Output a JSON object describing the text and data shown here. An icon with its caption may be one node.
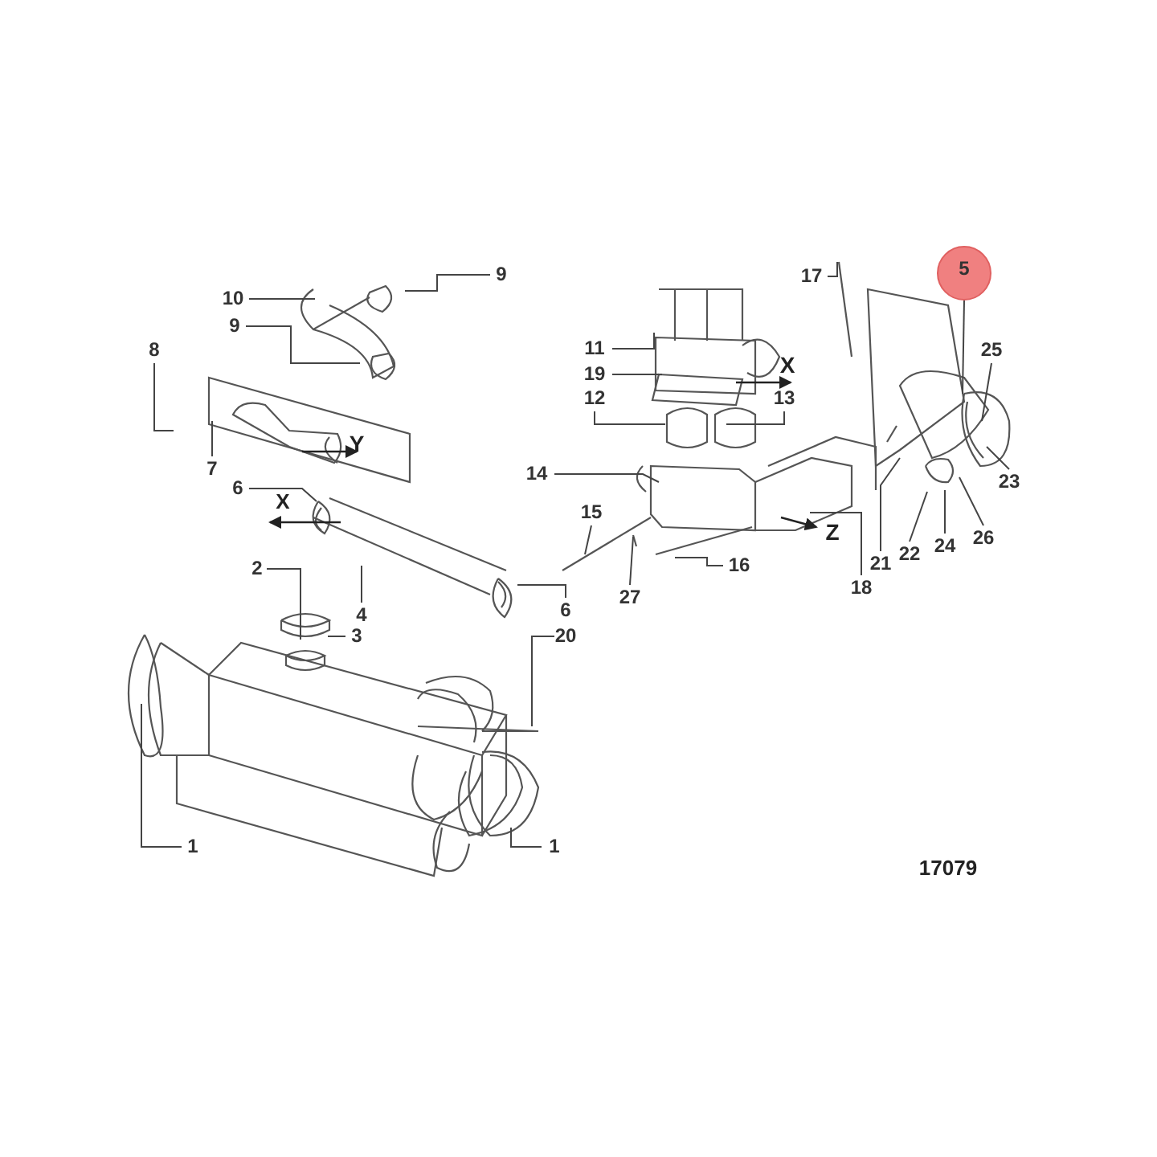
{
  "diagram": {
    "nodes": [
      {
        "text": [
          "5"
        ]
      },
      {
        "text": [
          "17"
        ]
      },
      {
        "text": [
          "10"
        ]
      },
      {
        "text": [
          "9"
        ]
      },
      {
        "text": [
          "9"
        ]
      },
      {
        "text": [
          "25"
        ]
      },
      {
        "text": [
          "11"
        ]
      },
      {
        "text": [
          "19"
        ]
      },
      {
        "text": [
          "8"
        ]
      },
      {
        "text": [
          "12"
        ]
      },
      {
        "text": [
          "13"
        ]
      },
      {
        "text": [
          "7"
        ]
      },
      {
        "text": [
          "14"
        ]
      },
      {
        "text": [
          "6"
        ]
      },
      {
        "text": [
          "23"
        ]
      },
      {
        "text": [
          "15"
        ]
      },
      {
        "text": [
          "22"
        ]
      },
      {
        "text": [
          "24"
        ]
      },
      {
        "text": [
          "26"
        ]
      },
      {
        "text": [
          "16"
        ]
      },
      {
        "text": [
          "2"
        ]
      },
      {
        "text": [
          "18"
        ]
      },
      {
        "text": [
          "21"
        ]
      },
      {
        "text": [
          "27"
        ]
      },
      {
        "text": [
          "4"
        ]
      },
      {
        "text": [
          "6"
        ]
      },
      {
        "text": [
          "3"
        ]
      },
      {
        "text": [
          "20"
        ]
      },
      {
        "text": [
          "1"
        ]
      },
      {
        "text": [
          "1"
        ]
      }
    ],
    "edges": [
      {
        "from": 0,
        "to": null,
        "arrow": "none"
      },
      {
        "from": 1,
        "to": null,
        "arrow": "none"
      },
      {
        "from": 2,
        "to": null,
        "arrow": "none"
      },
      {
        "from": 3,
        "to": null,
        "arrow": "none"
      },
      {
        "from": 4,
        "to": null,
        "arrow": "none"
      },
      {
        "from": 5,
        "to": null,
        "arrow": "none"
      },
      {
        "from": 6,
        "to": null,
        "arrow": "none"
      },
      {
        "from": 7,
        "to": null,
        "arrow": "none"
      },
      {
        "from": 8,
        "to": null,
        "arrow": "none"
      },
      {
        "from": 9,
        "to": null,
        "arrow": "none"
      },
      {
        "from": 10,
        "to": null,
        "arrow": "none"
      },
      {
        "from": 11,
        "to": null,
        "arrow": "none"
      },
      {
        "from": 12,
        "to": null,
        "arrow": "none"
      },
      {
        "from": 13,
        "to": null,
        "arrow": "none"
      },
      {
        "from": 14,
        "to": null,
        "arrow": "none"
      },
      {
        "from": 15,
        "to": null,
        "arrow": "none"
      },
      {
        "from": 16,
        "to": null,
        "arrow": "none"
      },
      {
        "from": 17,
        "to": null,
        "arrow": "none"
      },
      {
        "from": 18,
        "to": null,
        "arrow": "none"
      },
      {
        "from": 19,
        "to": null,
        "arrow": "none"
      },
      {
        "from": 20,
        "to": null,
        "arrow": "none"
      },
      {
        "from": 21,
        "to": null,
        "arrow": "none"
      },
      {
        "from": 22,
        "to": null,
        "arrow": "none"
      },
      {
        "from": 23,
        "to": null,
        "arrow": "none"
      },
      {
        "from": 24,
        "to": null,
        "arrow": "none"
      },
      {
        "from": 25,
        "to": null,
        "arrow": "none"
      },
      {
        "from": 26,
        "to": null,
        "arrow": "none"
      },
      {
        "from": 27,
        "to": null,
        "arrow": "none"
      },
      {
        "from": 28,
        "to": null,
        "arrow": "none"
      },
      {
        "from": 29,
        "to": null,
        "arrow": "none"
      }
    ],
    "labels": [
      "X",
      "Y",
      "X",
      "Z",
      "17079"
    ]
  }
}
